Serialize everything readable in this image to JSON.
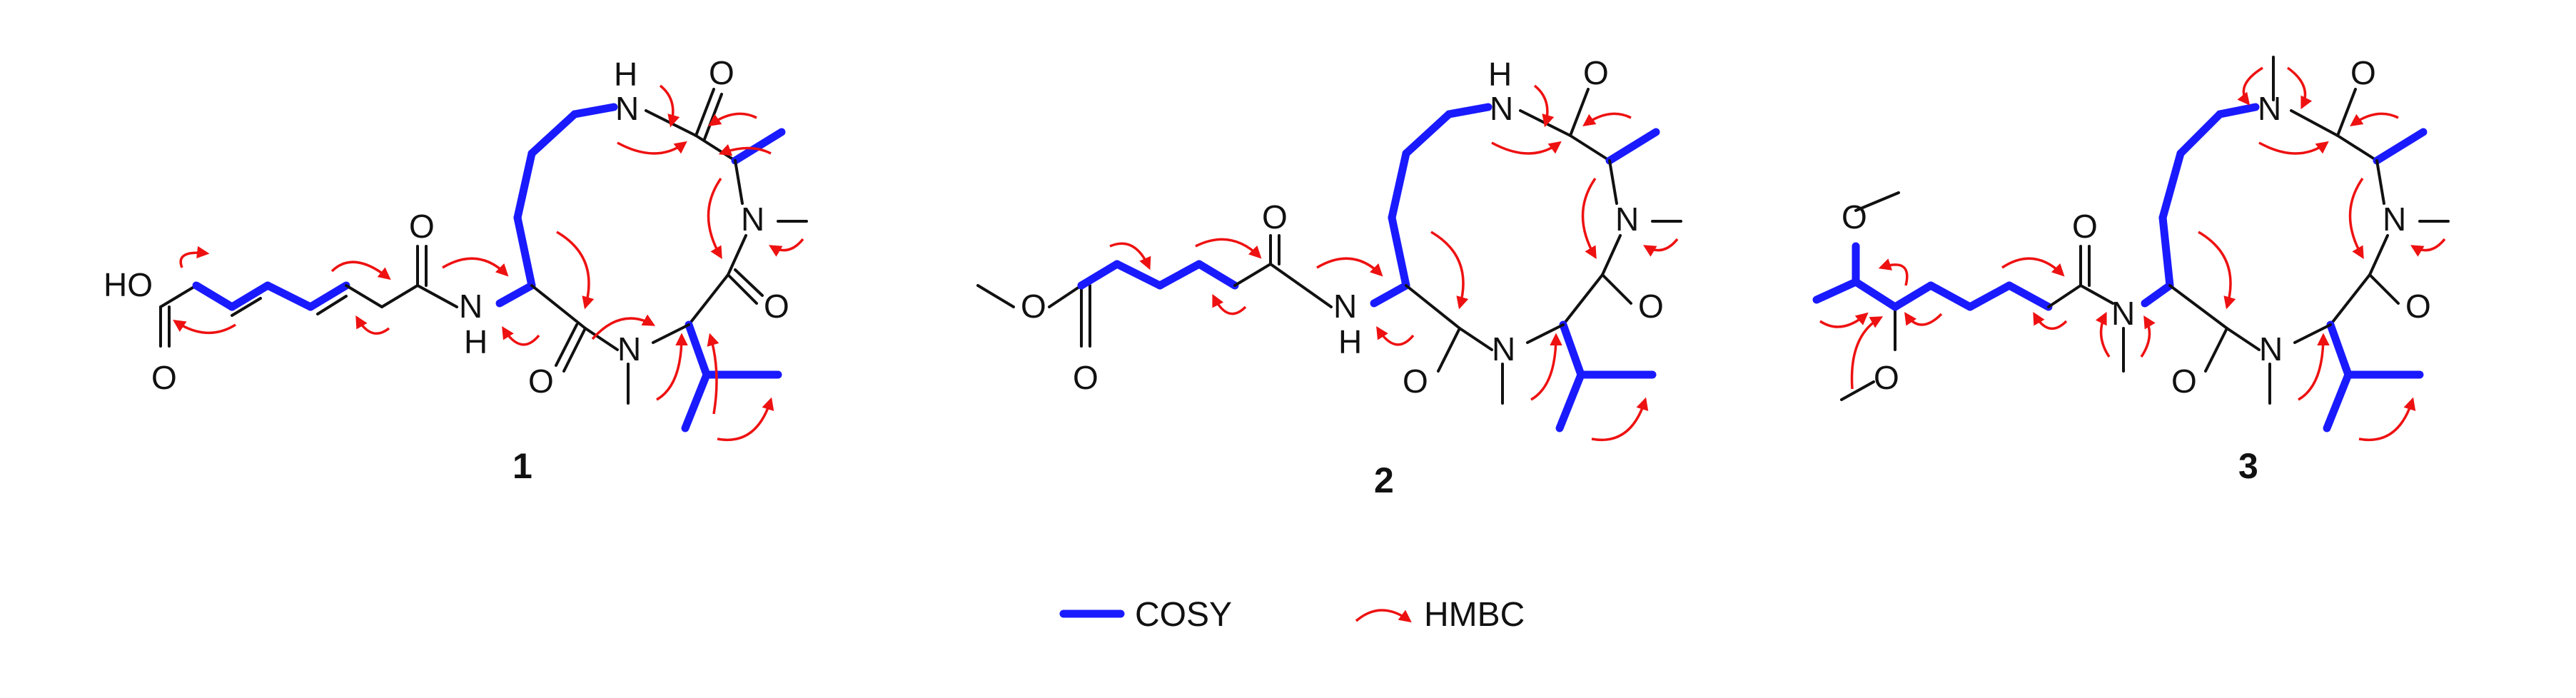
{
  "compounds": [
    {
      "label": "1",
      "acid_label": "HO",
      "carbonyl_label": "O"
    },
    {
      "label": "2",
      "ester_label": "O",
      "carbonyl_label": "O"
    },
    {
      "label": "3",
      "methoxy_label": "O"
    }
  ],
  "atoms": {
    "nh": "H",
    "n": "N",
    "o": "O"
  },
  "legend": {
    "cosy_label": "COSY",
    "hmbc_label": "HMBC"
  },
  "colors": {
    "cosy": "#1a1aff",
    "hmbc": "#ee1111",
    "bond": "#111111"
  }
}
